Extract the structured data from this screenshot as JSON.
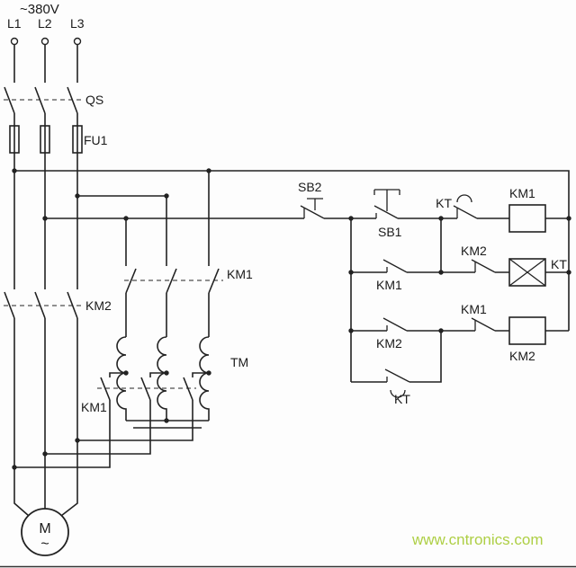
{
  "diagram": {
    "supply": {
      "voltage": "~380V",
      "phases": [
        "L1",
        "L2",
        "L3"
      ]
    },
    "components": {
      "disconnect": "QS",
      "fuse": "FU1",
      "stop_button": "SB2",
      "start_button": "SB1",
      "time_relay": "KT",
      "start_contactor": "KM1",
      "run_contactor": "KM2",
      "autotransformer": "TM",
      "motor": "M",
      "motor_phase": "~"
    },
    "watermark": {
      "text": "www.cntronics.com",
      "color": "#aecf45"
    },
    "colors": {
      "wire": "#222222",
      "background": "#fdfdfd"
    }
  }
}
